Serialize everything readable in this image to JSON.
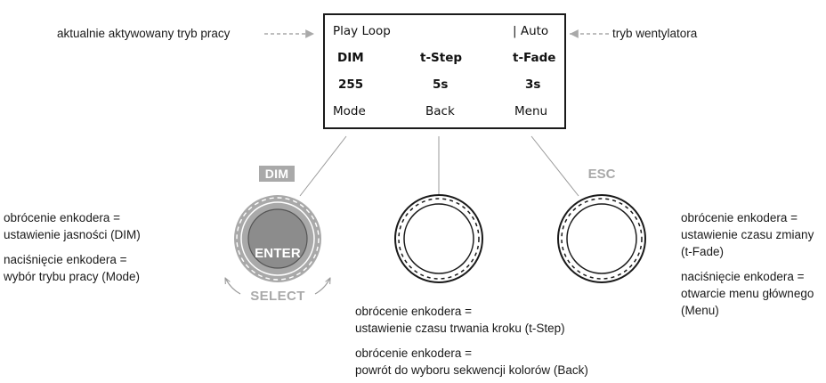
{
  "display": {
    "row1": {
      "left": "Play Loop",
      "right": "| Auto"
    },
    "row2": {
      "left": "DIM",
      "center": "t-Step",
      "right": "t-Fade"
    },
    "row3": {
      "left": "255",
      "center": "5s",
      "right": "3s"
    },
    "row4": {
      "left": "Mode",
      "center": "Back",
      "right": "Menu"
    }
  },
  "callouts": {
    "operating_mode": "aktualnie aktywowany tryb pracy",
    "fan_mode": "tryb wentylatora"
  },
  "knobs": {
    "left": {
      "badge": "DIM",
      "center_label": "ENTER",
      "bottom_label": "SELECT",
      "turn_line1": "obrócenie enkodera =",
      "turn_line2": "ustawienie jasności (DIM)",
      "press_line1": "naciśnięcie enkodera =",
      "press_line2": "wybór trybu pracy (Mode)"
    },
    "middle": {
      "turn_line1": "obrócenie enkodera =",
      "turn_line2": "ustawienie czasu trwania kroku (t-Step)",
      "press_line1": "obrócenie enkodera =",
      "press_line2": "powrót do wyboru sekwencji kolorów (Back)"
    },
    "right": {
      "badge": "ESC",
      "turn_line1": "obrócenie enkodera =",
      "turn_line2": "ustawienie czasu zmiany",
      "turn_line3": "(t-Fade)",
      "press_line1": "naciśnięcie enkodera =",
      "press_line2": "otwarcie menu głównego",
      "press_line3": "(Menu)"
    }
  },
  "colors": {
    "ink": "#1a1a1a",
    "knob_grey": "#a9a9a9",
    "enter_fill": "#8c8c8c",
    "line_grey": "#9a9a9a"
  }
}
